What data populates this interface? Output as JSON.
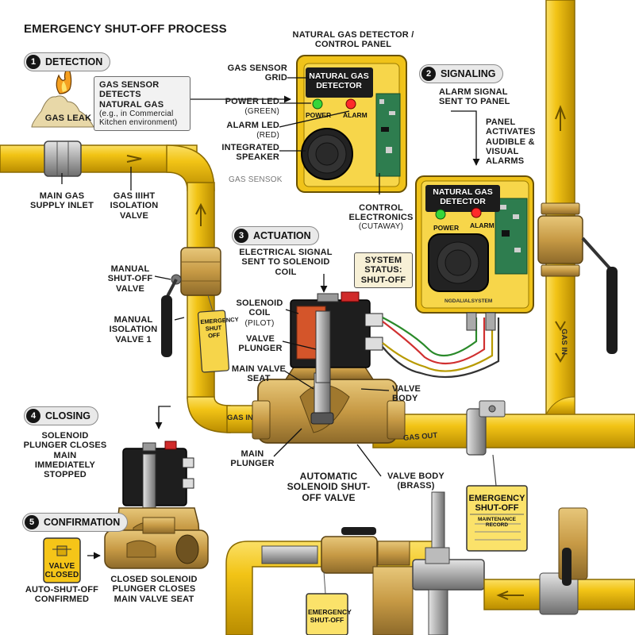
{
  "title": "EMERGENCY SHUT-OFF PROCESS",
  "steps": [
    {
      "num": "1",
      "label": "DETECTION"
    },
    {
      "num": "2",
      "label": "SIGNALING"
    },
    {
      "num": "3",
      "label": "ACTUATION"
    },
    {
      "num": "4",
      "label": "CLOSING"
    },
    {
      "num": "5",
      "label": "CONFIRMATION"
    }
  ],
  "gas_leak": {
    "label": "GAS LEAK",
    "icon": "flame-icon"
  },
  "detection_callout": {
    "main": "GAS SENSOR DETECTS NATURAL GAS",
    "sub": "(e.g., in Commercial Kitchen environment)"
  },
  "detector_header": "NATURAL GAS DETECTOR / CONTROL PANEL",
  "detector": {
    "name": "NATURAL GAS DETECTOR",
    "power": "POWER",
    "alarm": "ALARM",
    "watermark": "GAS SENSOK"
  },
  "detector_labels": {
    "sensor_grid": "GAS SENSOR GRID",
    "power_led": "POWER LED",
    "power_led_sub": "(GREEN)",
    "alarm_led": "ALARM LED",
    "alarm_led_sub": "(RED)",
    "speaker": "INTEGRATED SPEAKER",
    "control": "CONTROL ELECTRONICS",
    "control_sub": "(CUTAWAY)"
  },
  "signaling": {
    "alarm_signal": "ALARM SIGNAL SENT TO PANEL",
    "panel": "PANEL ACTIVATES AUDIBLE & VISUAL ALARMS"
  },
  "panel2": {
    "name": "NATURAL GAS DETECTOR",
    "power": "POWER",
    "alarm": "ALARM",
    "footer": "NGDALIALSYSTEM"
  },
  "system_status": "SYSTEM STATUS: SHUT-OFF",
  "pipe_labels": {
    "main_supply": "MAIN GAS SUPPLY INLET",
    "isolation": "GAS IIIHT ISOLATION VALVE",
    "manual_shutoff": "MANUAL SHUT-OFF VALVE",
    "manual_isolation": "MANUAL ISOLATION VALVE 1",
    "gas_in": "GAS IN",
    "gas_out": "GAS OUT",
    "gas_in_vertical": "GAS IN"
  },
  "actuation_text": "ELECTRICAL SIGNAL SENT TO SOLENOID COIL",
  "valve_labels": {
    "coil": "SOLENOID COIL",
    "coil_sub": "(PILOT)",
    "plunger": "VALVE PLUNGER",
    "seat": "MAIN VALVE SEAT",
    "body": "VALVE BODY",
    "main_plunger": "MAIN PLUNGER",
    "automatic": "AUTOMATIC SOLENOID SHUT-OFF VALVE",
    "brass": "VALVE BODY (BRASS)"
  },
  "closing_text": "SOLENOID PLUNGER CLOSES MAIN IMMEDIATELY STOPPED",
  "confirmation": {
    "valve_closed": "VALVE CLOSED",
    "confirmed": "AUTO-SHUT-OFF CONFIRMED",
    "closed": "CLOSED SOLENOID PLUNGER CLOSES MAIN VALVE SEAT"
  },
  "tags": {
    "hanging": "EMERGENCY SHUT OFF",
    "sign_title": "EMERGENCY SHUT-OFF",
    "sign_sub": "MAINTENANCE RECORD",
    "bottom": "EMERGENCY SHUT-OFF"
  },
  "colors": {
    "pipe": "#f2c416",
    "pipe_dark": "#c99a00",
    "brass": "#c9a04a",
    "device": "#f0c31a",
    "led_green": "#36d63a",
    "led_red": "#ff2a2a",
    "pcb": "#2e7d4f"
  }
}
